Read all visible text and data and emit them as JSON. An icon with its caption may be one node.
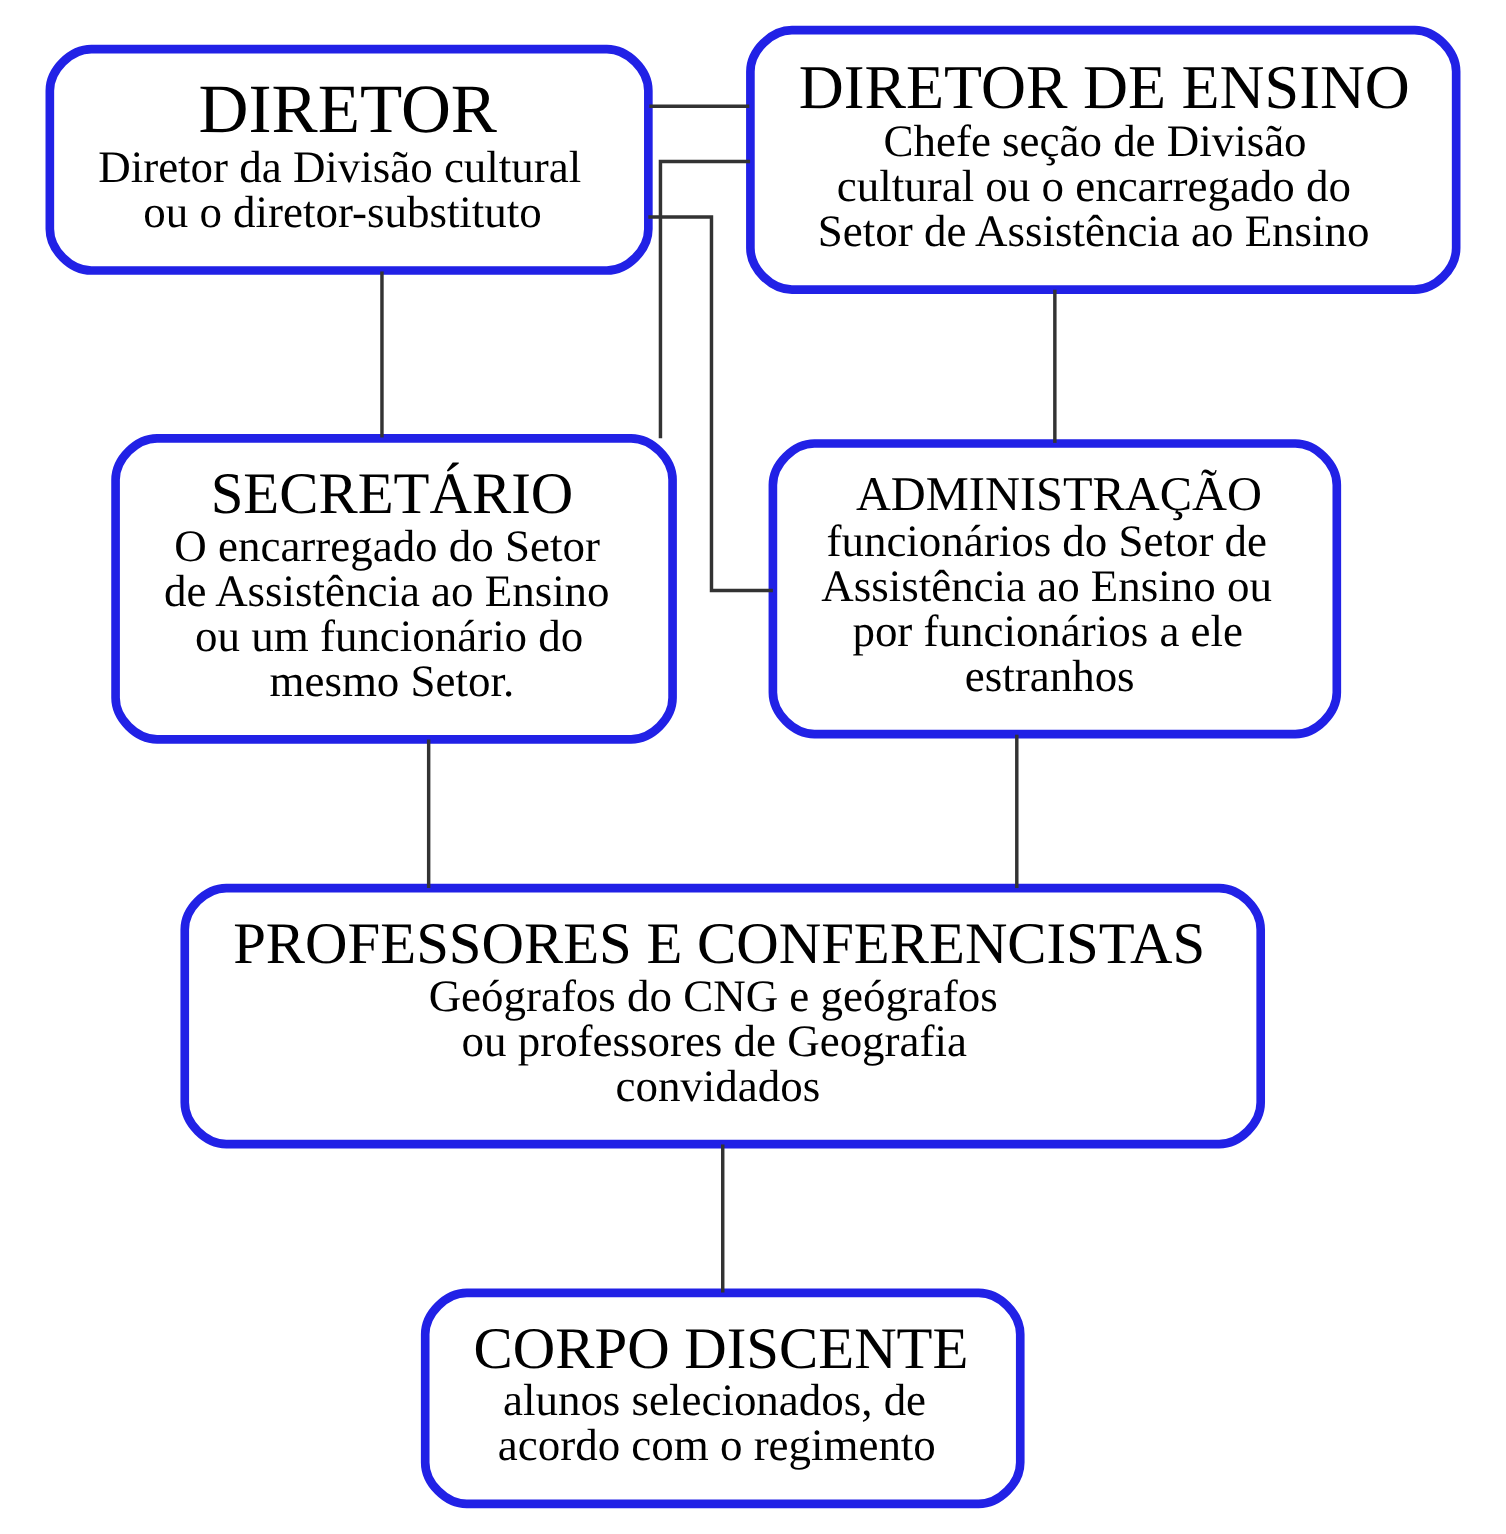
{
  "diagram": {
    "nodes": [
      {
        "text": [
          "DIRETOR",
          "Diretor da Divisão cultural ou o diretor-substituto"
        ]
      },
      {
        "text": [
          "DIRETOR DE ENSINO",
          "Chefe seção de Divisão cultural ou o encarregado do Setor de Assistência ao Ensino"
        ]
      },
      {
        "text": [
          "SECRETÁRIO",
          "O encarregado do Setor de Assistência ao Ensino ou um funcionário do mesmo Setor."
        ]
      },
      {
        "text": [
          "ADMINISTRAÇÃO",
          "funcionários do Setor de Assistência ao Ensino ou por funcionários a ele estranhos"
        ]
      },
      {
        "text": [
          "PROFESSORES E CONFERENCISTAS",
          "Geógrafos do CNG e geógrafos ou professores de Geografia convidados"
        ]
      },
      {
        "text": [
          "CORPO DISCENTE",
          "alunos selecionados, de acordo com o regimento"
        ]
      }
    ],
    "edges": [
      {
        "from": 0,
        "to": 1,
        "arrow": "none"
      },
      {
        "from": 0,
        "to": 2,
        "arrow": "none"
      },
      {
        "from": 0,
        "to": 3,
        "arrow": "none"
      },
      {
        "from": 1,
        "to": 2,
        "arrow": "none"
      },
      {
        "from": 1,
        "to": 3,
        "arrow": "none"
      },
      {
        "from": 2,
        "to": 4,
        "arrow": "none"
      },
      {
        "from": 3,
        "to": 4,
        "arrow": "none"
      },
      {
        "from": 4,
        "to": 5,
        "arrow": "none"
      }
    ]
  }
}
